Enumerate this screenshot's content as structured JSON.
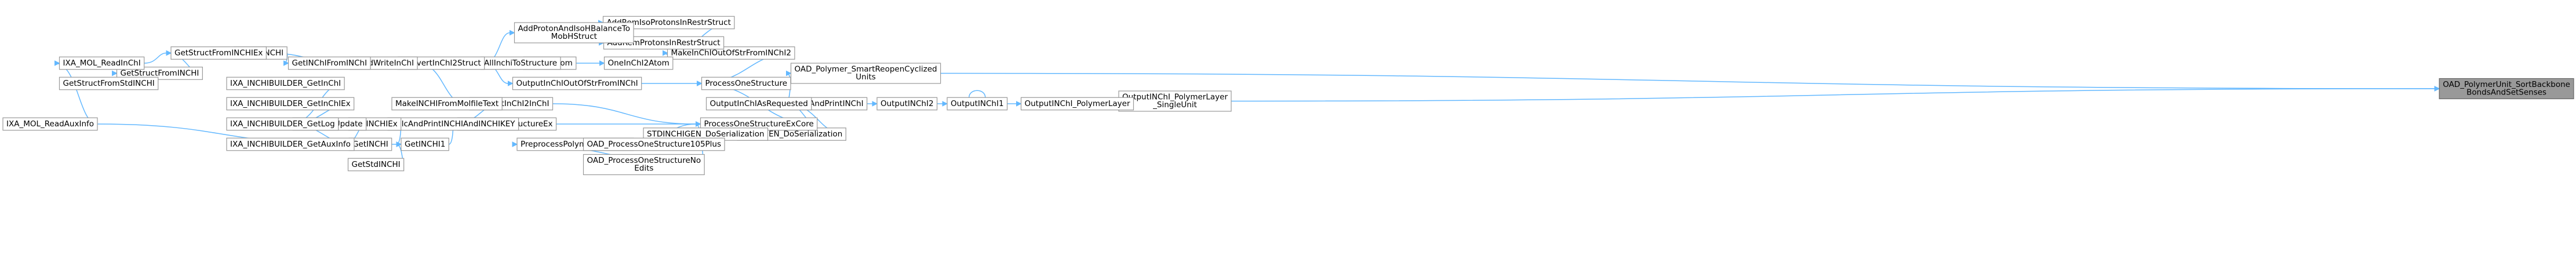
{
  "graph": {
    "title": "",
    "edge_color": "#63b8ff",
    "node_border": "#999999",
    "root_fill": "#999999",
    "nodes": [
      {
        "id": "root",
        "lines": [
          "OAD_PolymerUnit_SortBackbone",
          "BondsAndSetSenses"
        ],
        "root": true
      },
      {
        "id": "polyLayerSingle",
        "lines": [
          "OutputINChI_PolymerLayer",
          "_SingleUnit"
        ]
      },
      {
        "id": "polyLayer",
        "lines": [
          "OutputINChI_PolymerLayer"
        ]
      },
      {
        "id": "outINChI1",
        "lines": [
          "OutputINChI1"
        ]
      },
      {
        "id": "outINChI2",
        "lines": [
          "OutputINChI2"
        ]
      },
      {
        "id": "sortPrint",
        "lines": [
          "SortAndPrintINChI"
        ]
      },
      {
        "id": "reopen",
        "lines": [
          "OAD_Polymer_SmartReopenCyclized",
          "Units"
        ]
      },
      {
        "id": "procStruct",
        "lines": [
          "ProcessOneStructure"
        ]
      },
      {
        "id": "outAsReq",
        "lines": [
          "OutputInChIAsRequested"
        ]
      },
      {
        "id": "inchiGenSer",
        "lines": [
          "INCHIGEN_DoSerialization"
        ]
      },
      {
        "id": "procStructEx",
        "lines": [
          "ProcessOneStructureExCore"
        ]
      },
      {
        "id": "stdGenSer",
        "lines": [
          "STDINCHIGEN_DoSerialization"
        ]
      },
      {
        "id": "makeInChIOut",
        "lines": [
          "MakeInChIOutOfStrFromINChI2"
        ]
      },
      {
        "id": "addRemIso",
        "lines": [
          "AddRemIsoProtonsInRestrStruct"
        ]
      },
      {
        "id": "addRemProt",
        "lines": [
          "AddRemProtonsInRestrStruct"
        ]
      },
      {
        "id": "oneInChI2Atom",
        "lines": [
          "OneInChI2Atom"
        ]
      },
      {
        "id": "outInChIOut",
        "lines": [
          "OutputInChIOutOfStrFromINChI"
        ]
      },
      {
        "id": "addProtonBal",
        "lines": [
          "AddProtonAndIsoHBalanceTo",
          "MobHStruct"
        ]
      },
      {
        "id": "inChI2Atom",
        "lines": [
          "InChI2Atom"
        ]
      },
      {
        "id": "allInchiToStruct",
        "lines": [
          "AllInchiToStructure"
        ]
      },
      {
        "id": "convInChI2Struct",
        "lines": [
          "ConvertInChI2Struct"
        ]
      },
      {
        "id": "readWrite",
        "lines": [
          "ReadWriteInChI"
        ]
      },
      {
        "id": "getINChIFromINChI",
        "lines": [
          "GetINChIFromINChI"
        ]
      },
      {
        "id": "checkINChI",
        "lines": [
          "CheckINCHI"
        ]
      },
      {
        "id": "getStructFromINCHIEx",
        "lines": [
          "GetStructFromINCHIEx"
        ]
      },
      {
        "id": "getStructFromINCHI",
        "lines": [
          "GetStructFromINCHI"
        ]
      },
      {
        "id": "molReadInChI",
        "lines": [
          "IXA_MOL_ReadInChI"
        ]
      },
      {
        "id": "getStructFromStd",
        "lines": [
          "GetStructFromStdINCHI"
        ]
      },
      {
        "id": "molReadAux",
        "lines": [
          "IXA_MOL_ReadAuxInfo"
        ]
      },
      {
        "id": "convInChI2InChI",
        "lines": [
          "ConvertInChI2InChI"
        ]
      },
      {
        "id": "procStructExT",
        "lines": [
          "ProcessOneStructureEx"
        ]
      },
      {
        "id": "makeMolfileText",
        "lines": [
          "MakeINCHIFromMolfileText"
        ]
      },
      {
        "id": "calcPrint",
        "lines": [
          "CalcAndPrintINCHIAndINCHIKEY"
        ]
      },
      {
        "id": "getINCHI1",
        "lines": [
          "GetINCHI1"
        ]
      },
      {
        "id": "getINCHIEx",
        "lines": [
          "GetINCHIEx"
        ]
      },
      {
        "id": "getINCHI",
        "lines": [
          "GetINCHI"
        ]
      },
      {
        "id": "getStdINCHI",
        "lines": [
          "GetStdINCHI"
        ]
      },
      {
        "id": "builderUpdate",
        "lines": [
          "BUILDER_Update"
        ]
      },
      {
        "id": "bGetInChI",
        "lines": [
          "IXA_INCHIBUILDER_GetInChI"
        ]
      },
      {
        "id": "bGetInChIEx",
        "lines": [
          "IXA_INCHIBUILDER_GetInChIEx"
        ]
      },
      {
        "id": "bGetLog",
        "lines": [
          "IXA_INCHIBUILDER_GetLog"
        ]
      },
      {
        "id": "bGetAux",
        "lines": [
          "IXA_INCHIBUILDER_GetAuxInfo"
        ]
      },
      {
        "id": "preprocPoly",
        "lines": [
          "PreprocessPolymerCRUData"
        ]
      },
      {
        "id": "oadProc105",
        "lines": [
          "OAD_ProcessOneStructure105Plus"
        ]
      },
      {
        "id": "oadProcNoEdits",
        "lines": [
          "OAD_ProcessOneStructureNo",
          "Edits"
        ]
      }
    ],
    "edges": [
      {
        "from": "polyLayerSingle",
        "to": "root"
      },
      {
        "from": "reopen",
        "to": "root"
      },
      {
        "from": "polyLayer",
        "to": "polyLayerSingle"
      },
      {
        "from": "outINChI1",
        "to": "polyLayer"
      },
      {
        "from": "outINChI1",
        "to": "outINChI1"
      },
      {
        "from": "outINChI2",
        "to": "outINChI1"
      },
      {
        "from": "sortPrint",
        "to": "outINChI2"
      },
      {
        "from": "procStruct",
        "to": "reopen"
      },
      {
        "from": "procStruct",
        "to": "sortPrint"
      },
      {
        "from": "outAsReq",
        "to": "sortPrint"
      },
      {
        "from": "inchiGenSer",
        "to": "sortPrint"
      },
      {
        "from": "procStructEx",
        "to": "sortPrint"
      },
      {
        "from": "procStructEx",
        "to": "procStruct"
      },
      {
        "from": "stdGenSer",
        "to": "inchiGenSer"
      },
      {
        "from": "makeInChIOut",
        "to": "procStruct"
      },
      {
        "from": "outInChIOut",
        "to": "procStruct"
      },
      {
        "from": "addRemIso",
        "to": "makeInChIOut"
      },
      {
        "from": "addRemProt",
        "to": "makeInChIOut"
      },
      {
        "from": "oneInChI2Atom",
        "to": "makeInChIOut"
      },
      {
        "from": "addProtonBal",
        "to": "addRemIso"
      },
      {
        "from": "addProtonBal",
        "to": "addRemProt"
      },
      {
        "from": "inChI2Atom",
        "to": "oneInChI2Atom"
      },
      {
        "from": "allInchiToStruct",
        "to": "inChI2Atom"
      },
      {
        "from": "convInChI2Struct",
        "to": "addProtonBal"
      },
      {
        "from": "convInChI2Struct",
        "to": "allInchiToStruct"
      },
      {
        "from": "convInChI2Struct",
        "to": "outInChIOut"
      },
      {
        "from": "readWrite",
        "to": "convInChI2Struct"
      },
      {
        "from": "readWrite",
        "to": "convInChI2InChI"
      },
      {
        "from": "getINChIFromINChI",
        "to": "readWrite"
      },
      {
        "from": "checkINChI",
        "to": "getINChIFromINChI"
      },
      {
        "from": "getStructFromINCHIEx",
        "to": "checkINChI"
      },
      {
        "from": "getStructFromINCHIEx",
        "to": "readWrite"
      },
      {
        "from": "getStructFromINCHI",
        "to": "getStructFromINCHIEx"
      },
      {
        "from": "molReadInChI",
        "to": "getStructFromINCHI"
      },
      {
        "from": "molReadInChI",
        "to": "getStructFromINCHIEx"
      },
      {
        "from": "getStructFromStd",
        "to": "getStructFromINCHI"
      },
      {
        "from": "molReadAux",
        "to": "molReadInChI"
      },
      {
        "from": "molReadAux",
        "to": "getINCHI"
      },
      {
        "from": "convInChI2InChI",
        "to": "procStructEx"
      },
      {
        "from": "procStructExT",
        "to": "procStructEx"
      },
      {
        "from": "getINCHI1",
        "to": "procStructExT"
      },
      {
        "from": "calcPrint",
        "to": "procStructExT"
      },
      {
        "from": "makeMolfileText",
        "to": "procStructExT"
      },
      {
        "from": "getINCHIEx",
        "to": "getINCHI1"
      },
      {
        "from": "getINCHI",
        "to": "getINCHI1"
      },
      {
        "from": "getStdINCHI",
        "to": "getINCHI1"
      },
      {
        "from": "builderUpdate",
        "to": "getINCHIEx"
      },
      {
        "from": "builderUpdate",
        "to": "getINCHI"
      },
      {
        "from": "bGetInChI",
        "to": "builderUpdate"
      },
      {
        "from": "bGetInChIEx",
        "to": "builderUpdate"
      },
      {
        "from": "bGetLog",
        "to": "builderUpdate"
      },
      {
        "from": "bGetAux",
        "to": "builderUpdate"
      },
      {
        "from": "preprocPoly",
        "to": "procStructEx"
      },
      {
        "from": "oadProc105",
        "to": "preprocPoly"
      },
      {
        "from": "oadProcNoEdits",
        "to": "preprocPoly"
      },
      {
        "from": "oadProcNoEdits",
        "to": "procStructEx"
      }
    ]
  }
}
